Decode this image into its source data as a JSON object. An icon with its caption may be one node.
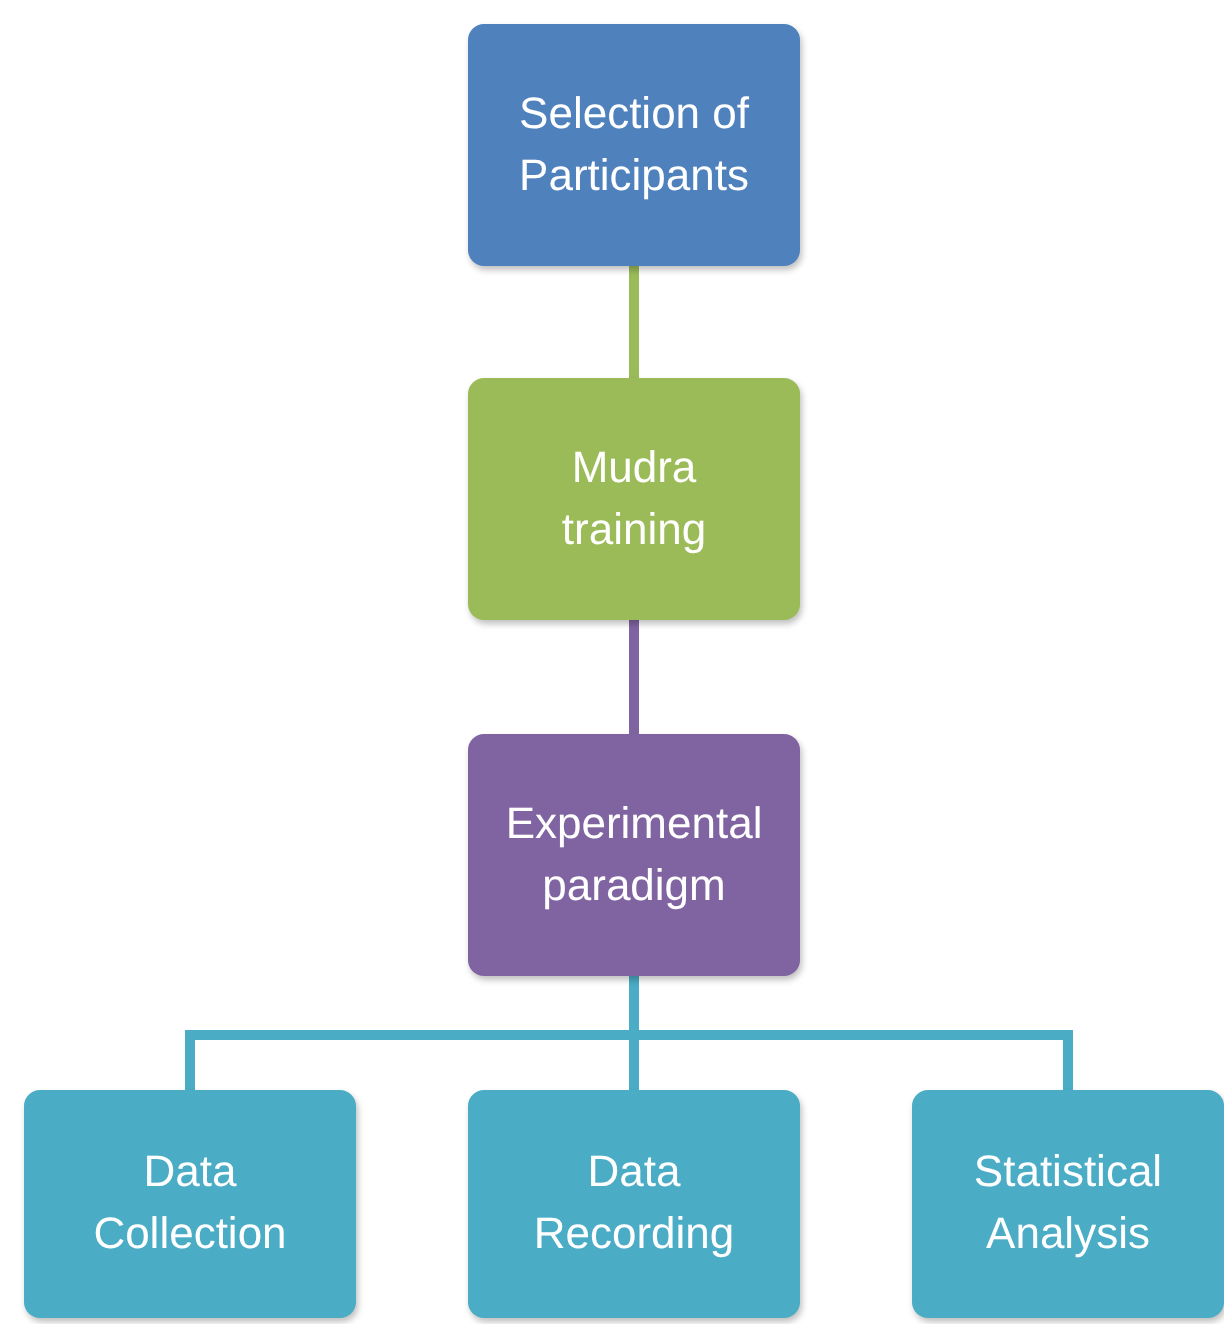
{
  "diagram": {
    "nodes": [
      {
        "text": [
          "Selection of Participants"
        ]
      },
      {
        "text": [
          "Mudra training"
        ]
      },
      {
        "text": [
          "Experimental paradigm"
        ]
      },
      {
        "text": [
          "Data Collection"
        ]
      },
      {
        "text": [
          "Data Recording"
        ]
      },
      {
        "text": [
          "Statistical Analysis"
        ]
      }
    ],
    "edges": [
      {
        "from": 0,
        "to": 1,
        "arrow": "none",
        "color": "#9bbb59"
      },
      {
        "from": 1,
        "to": 2,
        "arrow": "none",
        "color": "#8064a2"
      },
      {
        "from": 2,
        "to": 3,
        "arrow": "none"
      },
      {
        "from": 2,
        "to": 4,
        "arrow": "none"
      },
      {
        "from": 2,
        "to": 5,
        "arrow": "none"
      }
    ]
  }
}
